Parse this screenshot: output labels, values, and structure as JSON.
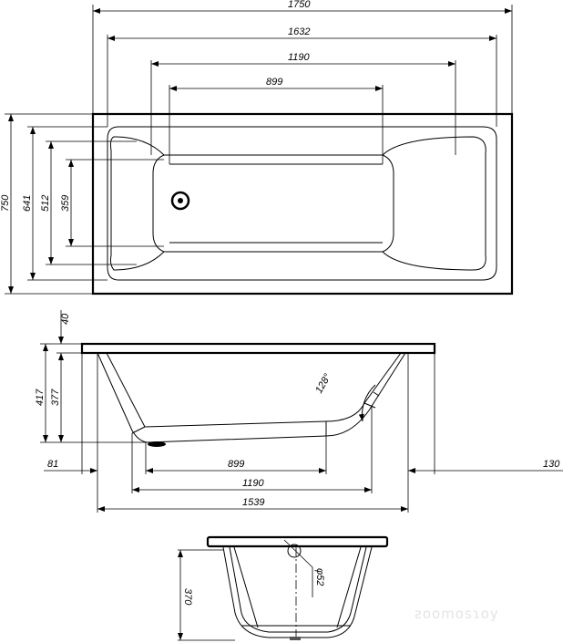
{
  "top_view": {
    "widths": {
      "overall": "1750",
      "inner_rim": "1632",
      "bottom_long": "1190",
      "bottom_flat": "899"
    },
    "heights": {
      "overall": "750",
      "inner_rim": "641",
      "bottom": "512",
      "bottom_flat": "359"
    }
  },
  "side_view": {
    "rim_thickness": "40",
    "total_depth": "417",
    "inner_depth": "377",
    "left_offset": "81",
    "right_offset": "130",
    "bottom_flat": "899",
    "bottom_long": "1190",
    "inner_length": "1539",
    "angle": "128°"
  },
  "end_view": {
    "depth": "370",
    "overflow_diameter": "φ52"
  },
  "watermark": "zoomos.by"
}
